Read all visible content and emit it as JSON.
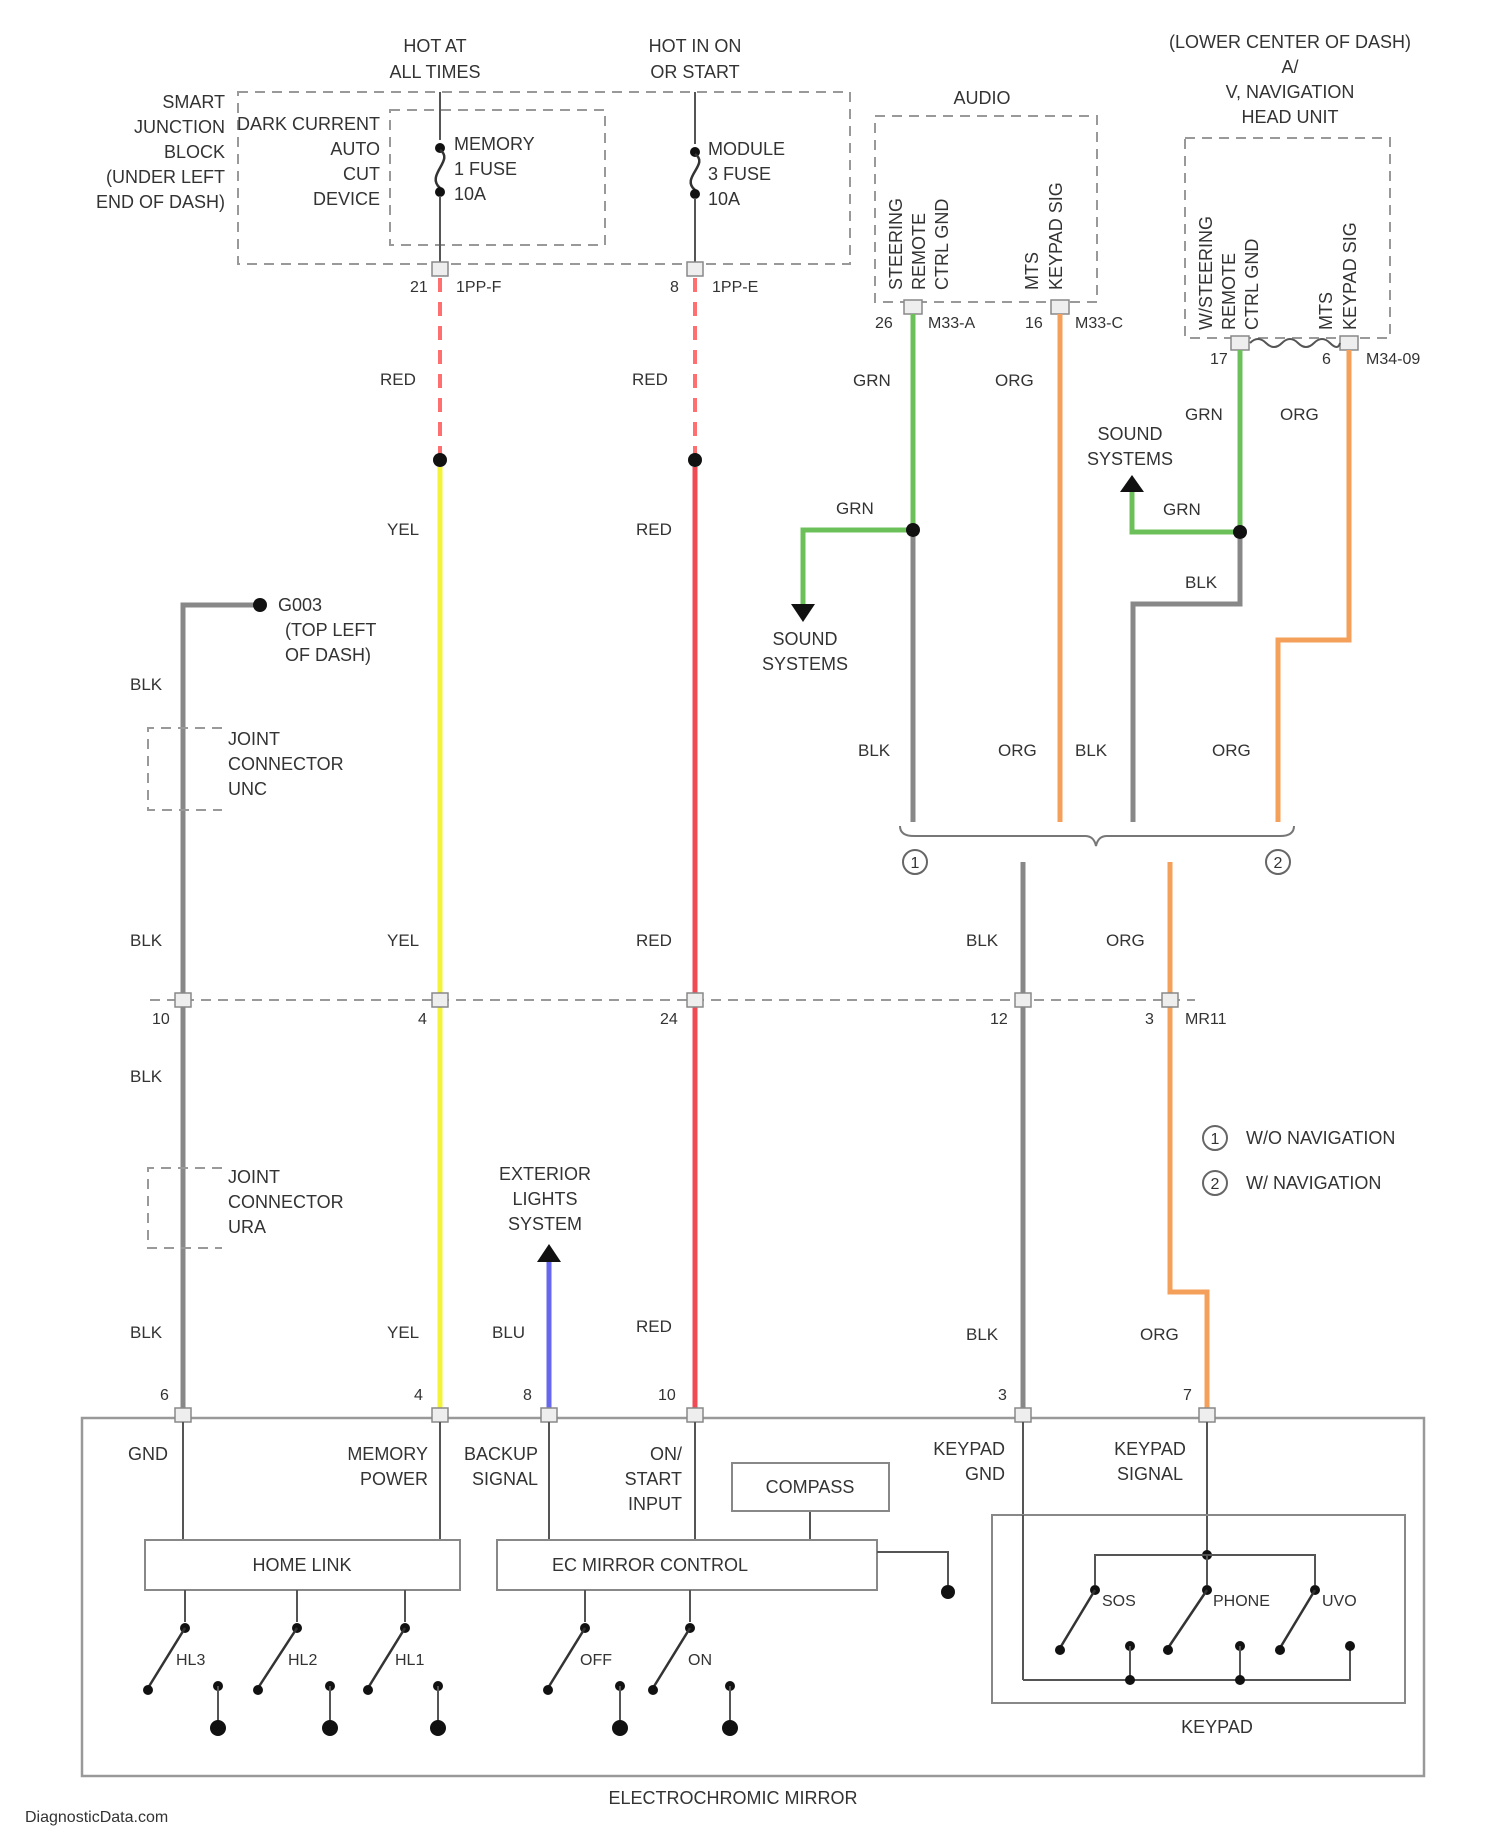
{
  "supply": {
    "hot_at_all_times": [
      "HOT AT",
      "ALL TIMES"
    ],
    "hot_in_on": [
      "HOT IN ON",
      "OR START"
    ]
  },
  "junction_block": {
    "name": [
      "SMART",
      "JUNCTION",
      "BLOCK",
      "(UNDER LEFT",
      "END OF DASH)"
    ],
    "dark_current": [
      "DARK CURRENT",
      "AUTO",
      "CUT",
      "DEVICE"
    ],
    "memory_fuse": [
      "MEMORY",
      "1 FUSE",
      "10A"
    ],
    "module_fuse": [
      "MODULE",
      "3 FUSE",
      "10A"
    ],
    "pin_memory": "21",
    "conn_memory": "1PP-F",
    "pin_module": "8",
    "conn_module": "1PP-E"
  },
  "audio": {
    "title": "AUDIO",
    "pins": [
      "STEERING",
      "REMOTE",
      "CTRL GND",
      "MTS",
      "KEYPAD SIG"
    ],
    "pin_a": "26",
    "conn_a": "M33-A",
    "pin_c": "16",
    "conn_c": "M33-C"
  },
  "nav": {
    "title": [
      "(LOWER CENTER OF DASH)",
      "A/",
      "V, NAVIGATION",
      "HEAD UNIT"
    ],
    "pins": [
      "W/STEERING",
      "REMOTE",
      "CTRL GND",
      "MTS",
      "KEYPAD SIG"
    ],
    "pin_a": "17",
    "pin_b": "6",
    "conn": "M34-09"
  },
  "wires": {
    "red": "RED",
    "yel": "YEL",
    "grn": "GRN",
    "org": "ORG",
    "blk": "BLK",
    "blu": "BLU"
  },
  "refs": {
    "sound_systems": [
      "SOUND",
      "SYSTEMS"
    ],
    "exterior_lights": [
      "EXTERIOR",
      "LIGHTS",
      "SYSTEM"
    ],
    "ground": [
      "G003",
      "(TOP LEFT",
      "OF DASH)"
    ],
    "joint_upper": [
      "JOINT",
      "CONNECTOR",
      "UNC"
    ],
    "joint_lower": [
      "JOINT",
      "CONNECTOR",
      "URA"
    ]
  },
  "inline_connector": {
    "pins": [
      "10",
      "4",
      "24",
      "12",
      "3"
    ],
    "name": "MR11"
  },
  "legend": {
    "wo_nav": "W/O NAVIGATION",
    "w_nav": "W/ NAVIGATION",
    "sym_1": "1",
    "sym_2": "2"
  },
  "mirror": {
    "pins": [
      "6",
      "4",
      "8",
      "10",
      "3",
      "7"
    ],
    "pin_labels": {
      "gnd": "GND",
      "memory_power": [
        "MEMORY",
        "POWER"
      ],
      "backup_signal": [
        "BACKUP",
        "SIGNAL"
      ],
      "on_start_input": [
        "ON/",
        "START",
        "INPUT"
      ],
      "keypad_gnd": [
        "KEYPAD",
        "GND"
      ],
      "keypad_signal": [
        "KEYPAD",
        "SIGNAL"
      ]
    },
    "compass": "COMPASS",
    "home_link": "HOME LINK",
    "ec_control": "EC MIRROR CONTROL",
    "switches": [
      "HL3",
      "HL2",
      "HL1",
      "OFF",
      "ON"
    ],
    "keypad_switches": [
      "SOS",
      "PHONE",
      "UVO"
    ],
    "keypad_title": "KEYPAD",
    "title": "ELECTROCHROMIC MIRROR"
  },
  "watermark": "DiagnosticData.com"
}
